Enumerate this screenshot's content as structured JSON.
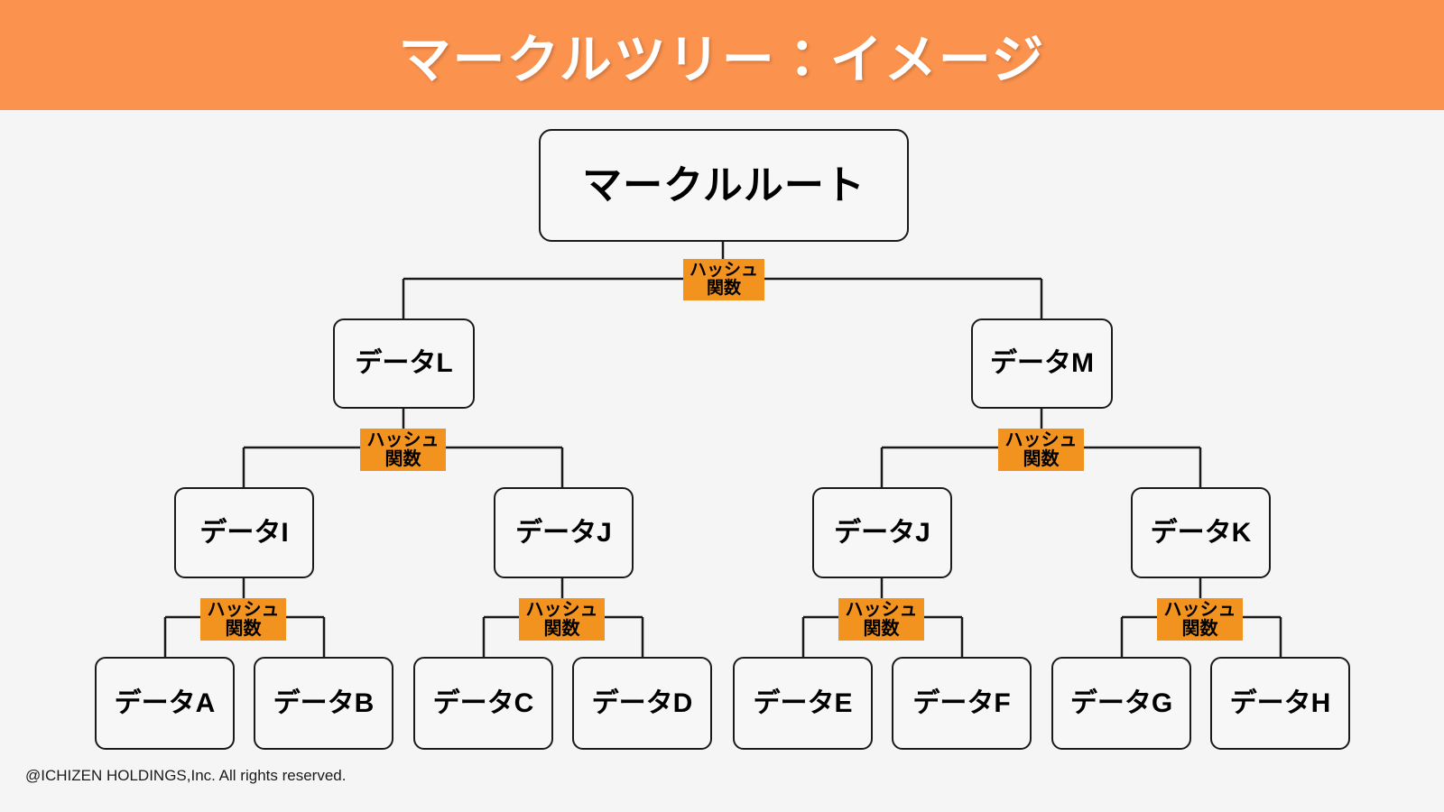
{
  "header": {
    "title": "マークルツリー：イメージ",
    "background_color": "#fb924e",
    "title_color": "#ffffff"
  },
  "colors": {
    "slide_background": "#f5f5f5",
    "node_fill": "#f7f7f7",
    "node_border": "#1a1a1a",
    "hash_badge": "#f2921f",
    "connector": "#1a1a1a"
  },
  "diagram": {
    "type": "merkle-tree",
    "root": {
      "label": "マークルルート"
    },
    "level2": [
      {
        "label": "データL"
      },
      {
        "label": "データM"
      }
    ],
    "level3": [
      {
        "label": "データI"
      },
      {
        "label": "データJ"
      },
      {
        "label": "データJ"
      },
      {
        "label": "データK"
      }
    ],
    "leaves": [
      {
        "label": "データA"
      },
      {
        "label": "データB"
      },
      {
        "label": "データC"
      },
      {
        "label": "データD"
      },
      {
        "label": "データE"
      },
      {
        "label": "データF"
      },
      {
        "label": "データG"
      },
      {
        "label": "データH"
      }
    ],
    "hash_label": {
      "line1": "ハッシュ",
      "line2": "関数"
    },
    "hash_badges": [
      {
        "id": "hash-root",
        "size": "big"
      },
      {
        "id": "hash-l",
        "size": "mid"
      },
      {
        "id": "hash-m",
        "size": "mid"
      },
      {
        "id": "hash-i",
        "size": "small"
      },
      {
        "id": "hash-j1",
        "size": "small"
      },
      {
        "id": "hash-j2",
        "size": "small"
      },
      {
        "id": "hash-k",
        "size": "small"
      }
    ]
  },
  "footer": {
    "copyright": "@ICHIZEN HOLDINGS,Inc. All rights reserved."
  }
}
